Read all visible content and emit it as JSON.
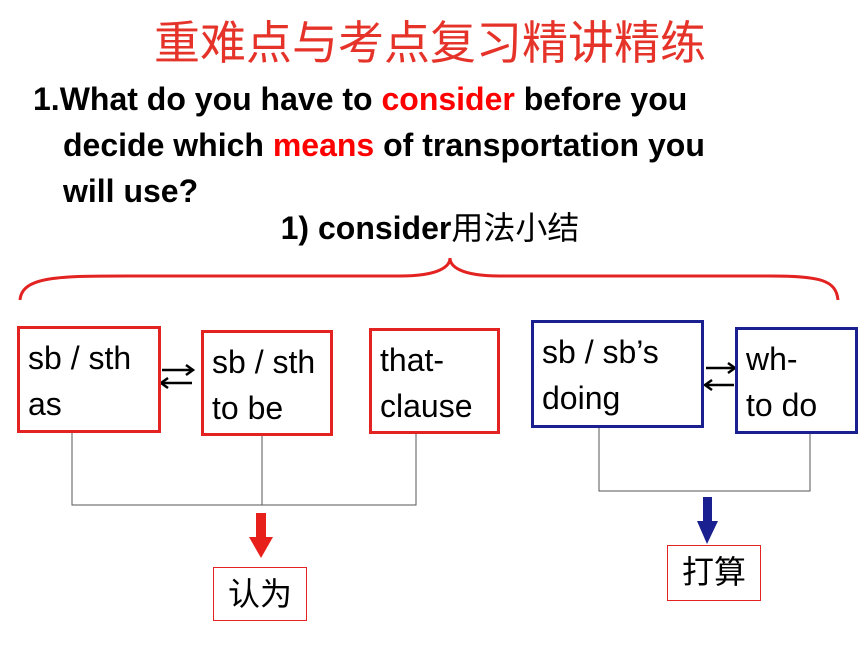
{
  "title": "重难点与考点复习精讲精练",
  "question": {
    "number": "1.",
    "part1": "What do you have to ",
    "highlight1": "consider",
    "part2": " before you",
    "part3": "decide which ",
    "highlight2": "means",
    "part4": " of transportation you",
    "part5": "will use?"
  },
  "subtitle": {
    "english": "1) consider",
    "chinese": "用法小结"
  },
  "left_group": {
    "boxes": [
      {
        "line1": "sb / sth",
        "line2": "as"
      },
      {
        "line1": "sb / sth",
        "line2": "to be"
      },
      {
        "line1": "that-",
        "line2": "clause"
      }
    ],
    "meaning": "认为"
  },
  "right_group": {
    "boxes": [
      {
        "line1": "sb / sb’s",
        "line2": "doing"
      },
      {
        "line1": "wh-",
        "line2": "to do"
      }
    ],
    "meaning": "打算"
  },
  "colors": {
    "title": "#e5332a",
    "highlight": "#ff0000",
    "red_box": "#e32321",
    "blue_box": "#1a2090",
    "brace": "#e32321"
  }
}
